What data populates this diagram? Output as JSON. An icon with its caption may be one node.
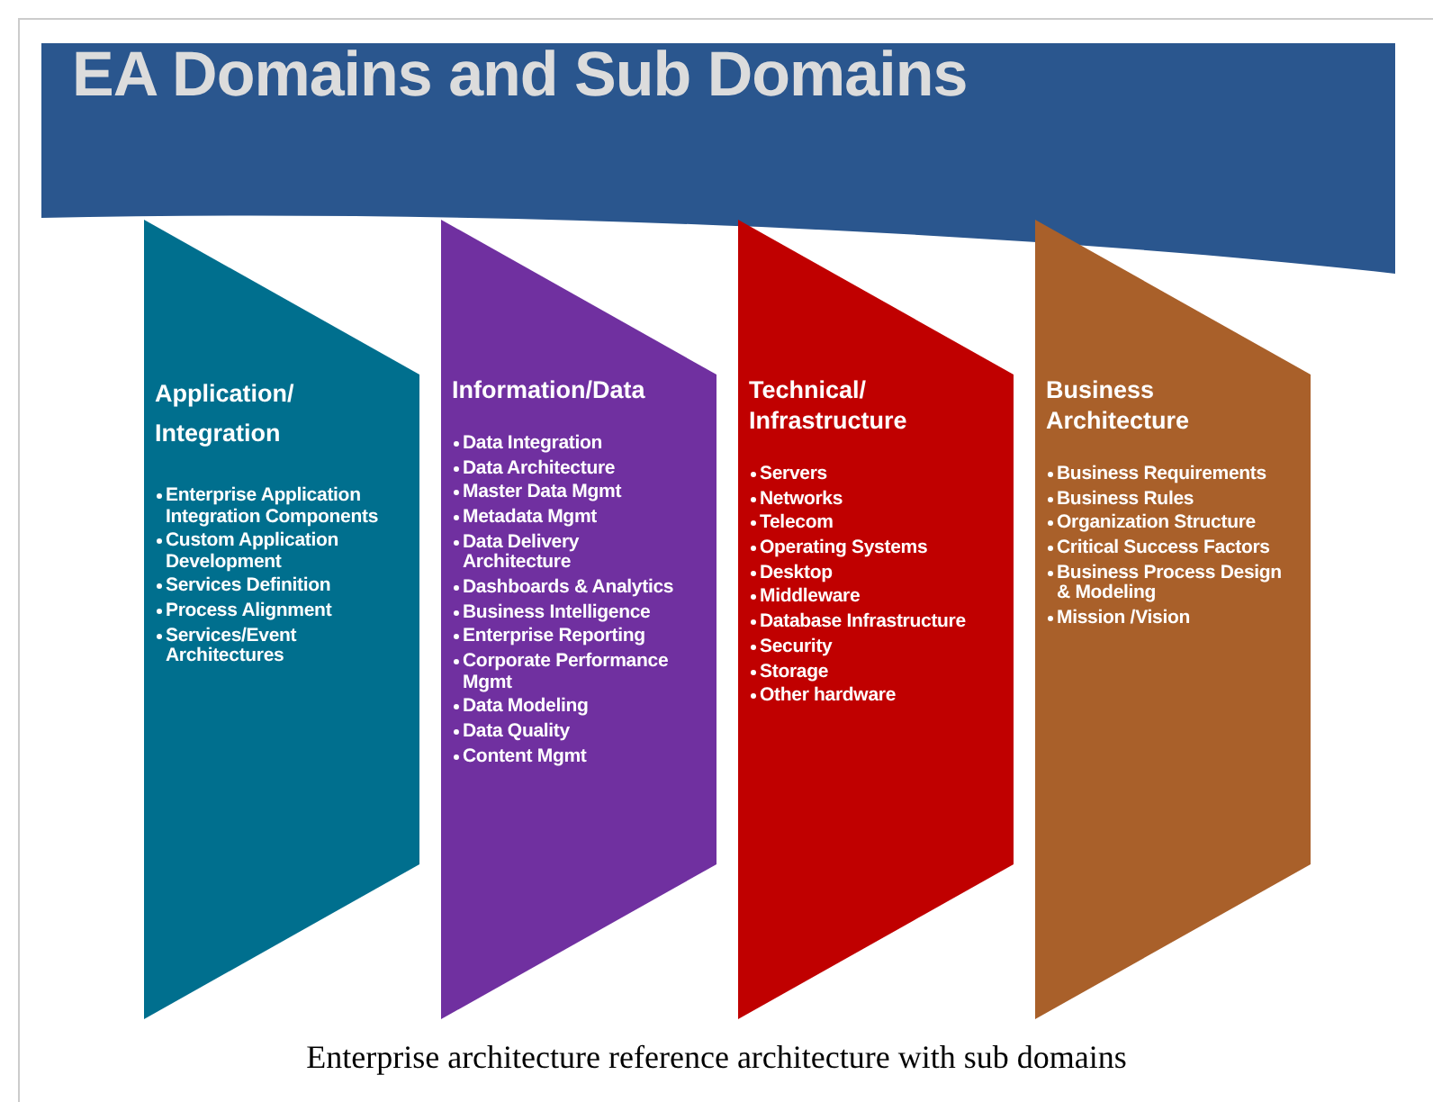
{
  "diagram": {
    "title": "EA Domains and Sub Domains",
    "caption": "Enterprise architecture reference architecture with sub domains",
    "nodes": [
      {
        "text": [
          "Application/ Integration",
          "Enterprise Application Integration Components",
          "Custom Application Development",
          "Services Definition",
          "Process Alignment",
          "Services/Event Architectures"
        ]
      },
      {
        "text": [
          "Information/Data",
          "Data Integration",
          "Data Architecture",
          "Master Data Mgmt",
          "Metadata Mgmt",
          "Data Delivery Architecture",
          "Dashboards & Analytics",
          "Business Intelligence",
          "Enterprise Reporting",
          "Corporate Performance Mgmt",
          "Data Modeling",
          "Data Quality",
          "Content Mgmt"
        ]
      },
      {
        "text": [
          "Technical/ Infrastructure",
          "Servers",
          "Networks",
          "Telecom",
          "Operating Systems",
          "Desktop",
          "Middleware",
          "Database Infrastructure",
          "Security",
          "Storage",
          "Other hardware"
        ]
      },
      {
        "text": [
          "Business Architecture",
          "Business Requirements",
          "Business Rules",
          "Organization Structure",
          "Critical Success Factors",
          "Business Process Design & Modeling",
          "Mission /Vision"
        ]
      }
    ]
  }
}
